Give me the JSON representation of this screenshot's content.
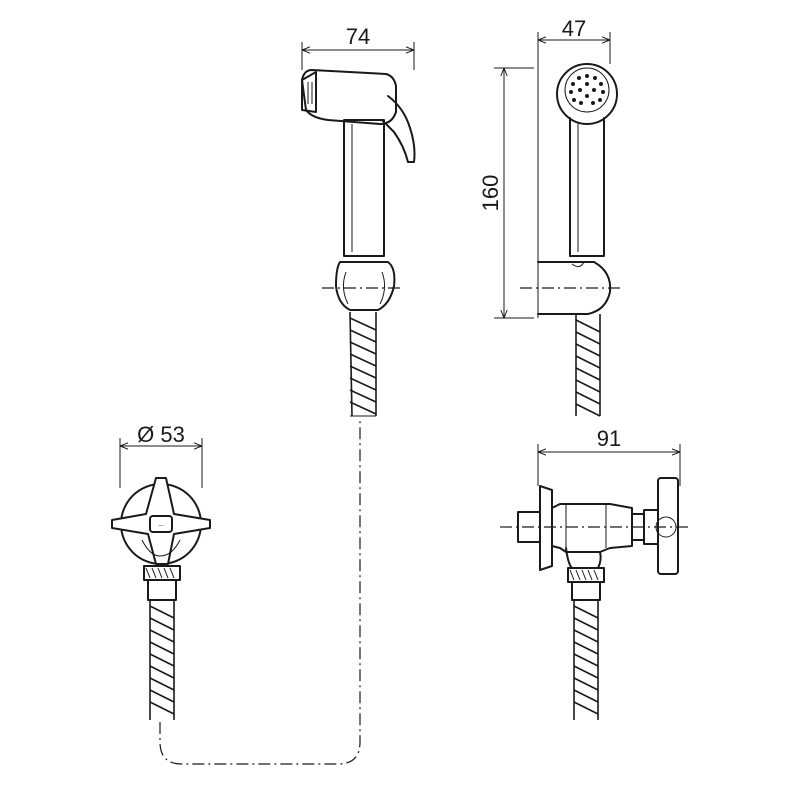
{
  "dimensions": {
    "handset_width": "74",
    "handset_depth": "47",
    "handset_height": "160",
    "valve_diameter": "Ø 53",
    "valve_depth": "91"
  },
  "colors": {
    "line": "#1a1a1a",
    "background": "#ffffff"
  }
}
